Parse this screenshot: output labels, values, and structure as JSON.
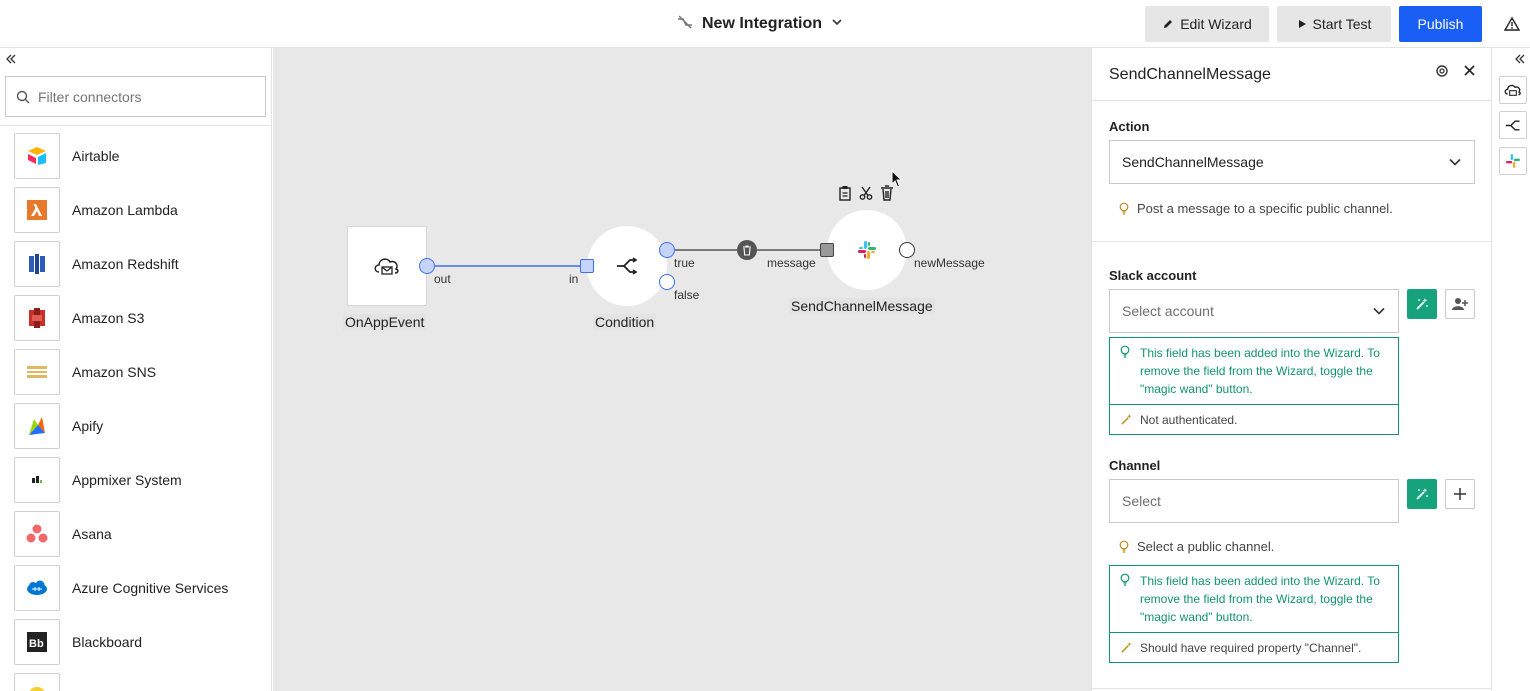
{
  "header": {
    "title": "New Integration",
    "edit_wizard": "Edit Wizard",
    "start_test": "Start Test",
    "publish": "Publish"
  },
  "sidebar": {
    "filter_placeholder": "Filter connectors",
    "connectors": [
      {
        "label": "Airtable",
        "icon": "airtable-icon"
      },
      {
        "label": "Amazon Lambda",
        "icon": "amazon-lambda-icon"
      },
      {
        "label": "Amazon Redshift",
        "icon": "amazon-redshift-icon"
      },
      {
        "label": "Amazon S3",
        "icon": "amazon-s3-icon"
      },
      {
        "label": "Amazon SNS",
        "icon": "amazon-sns-icon"
      },
      {
        "label": "Apify",
        "icon": "apify-icon"
      },
      {
        "label": "Appmixer System",
        "icon": "appmixer-icon"
      },
      {
        "label": "Asana",
        "icon": "asana-icon"
      },
      {
        "label": "Azure Cognitive Services",
        "icon": "azure-icon"
      },
      {
        "label": "Blackboard",
        "icon": "blackboard-icon"
      }
    ]
  },
  "canvas": {
    "nodes": {
      "trigger": {
        "label": "OnAppEvent",
        "out_port": "out"
      },
      "condition": {
        "label": "Condition",
        "in_port": "in",
        "true_port": "true",
        "false_port": "false"
      },
      "slack": {
        "label": "SendChannelMessage",
        "in_port": "message",
        "out_port": "newMessage"
      }
    }
  },
  "inspector": {
    "title": "SendChannelMessage",
    "action_label": "Action",
    "action_value": "SendChannelMessage",
    "action_hint": "Post a message to a specific public channel.",
    "slack_account_label": "Slack account",
    "slack_account_placeholder": "Select account",
    "wizard_message": "This field has been added into the Wizard. To remove the field from the Wizard, toggle the \"magic wand\" button.",
    "slack_account_status": "Not authenticated.",
    "channel_label": "Channel",
    "channel_placeholder": "Select",
    "channel_hint": "Select a public channel.",
    "channel_wizard_message": "This field has been added into the Wizard. To remove the field from the Wizard, toggle the \"magic wand\" button.",
    "channel_status": "Should have required property \"Channel\"."
  },
  "colors": {
    "accent": "#1a5ff5",
    "wizard_green": "#11946e",
    "canvas_bg": "#e8e8e8",
    "port_blue": "#3d6ff0"
  }
}
